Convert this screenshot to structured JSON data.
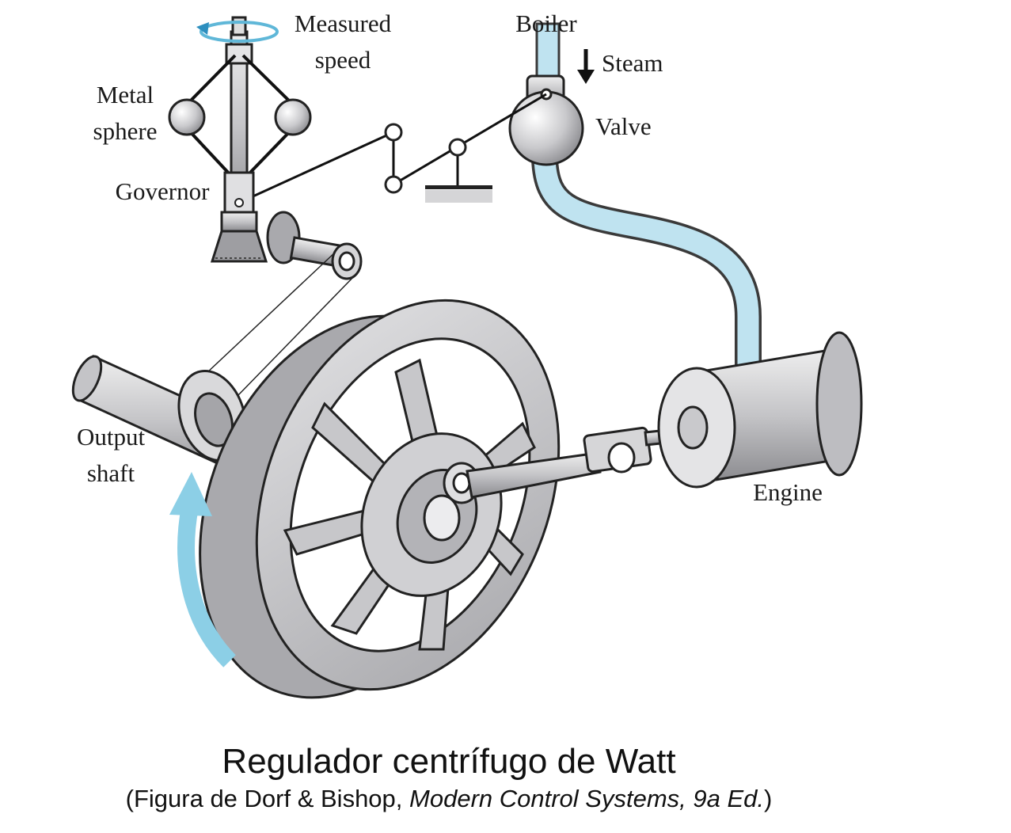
{
  "labels": {
    "measured_line1": "Measured",
    "measured_line2": "speed",
    "boiler": "Boiler",
    "steam": "Steam",
    "valve": "Valve",
    "metal_line1": "Metal",
    "metal_line2": "sphere",
    "governor": "Governor",
    "output_line1": "Output",
    "output_line2": "shaft",
    "engine": "Engine"
  },
  "caption": {
    "title": "Regulador centrífugo de Watt",
    "sub_prefix": "(Figura de Dorf & Bishop, ",
    "sub_italic": "Modern Control Systems, 9a Ed.",
    "sub_suffix": ")"
  },
  "colors": {
    "steam_pipe": "#bfe3f0",
    "rotation_arrow": "#8ccfe6",
    "metal": "#cfcfd2",
    "metal_dark": "#8e8e92",
    "outline": "#1e1e1e"
  }
}
